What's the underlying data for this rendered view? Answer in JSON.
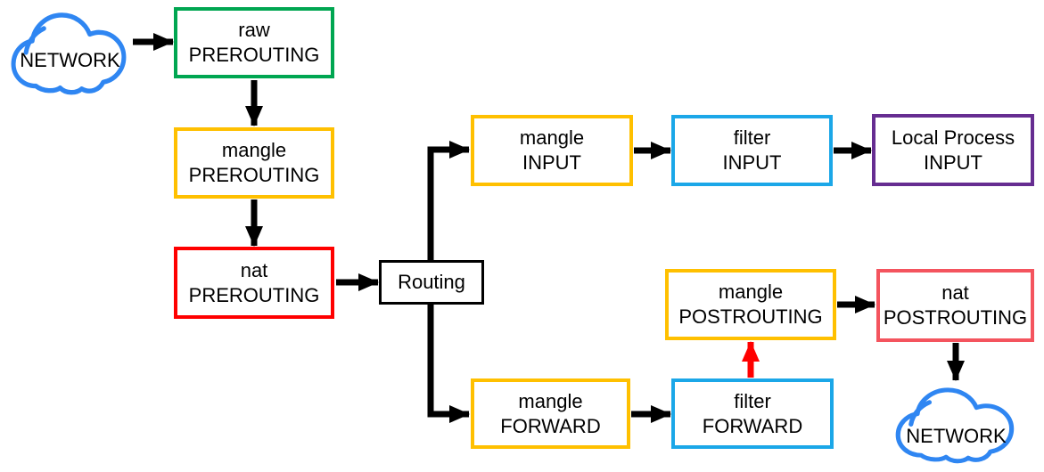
{
  "clouds": {
    "source": {
      "label": "NETWORK"
    },
    "destination": {
      "label": "NETWORK"
    }
  },
  "nodes": {
    "raw_prerouting": {
      "line1": "raw",
      "line2": "PREROUTING",
      "border": "#00A651"
    },
    "mangle_prerouting": {
      "line1": "mangle",
      "line2": "PREROUTING",
      "border": "#FFC000"
    },
    "nat_prerouting": {
      "line1": "nat",
      "line2": "PREROUTING",
      "border": "#FF0000"
    },
    "routing": {
      "line1": "Routing",
      "border": "#000000"
    },
    "mangle_input": {
      "line1": "mangle",
      "line2": "INPUT",
      "border": "#FFC000"
    },
    "filter_input": {
      "line1": "filter",
      "line2": "INPUT",
      "border": "#1BA7E8"
    },
    "local_process_input": {
      "line1": "Local Process",
      "line2": "INPUT",
      "border": "#662D91"
    },
    "mangle_forward": {
      "line1": "mangle",
      "line2": "FORWARD",
      "border": "#FFC000"
    },
    "filter_forward": {
      "line1": "filter",
      "line2": "FORWARD",
      "border": "#1BA7E8"
    },
    "mangle_postrouting": {
      "line1": "mangle",
      "line2": "POSTROUTING",
      "border": "#FFC000"
    },
    "nat_postrouting": {
      "line1": "nat",
      "line2": "POSTROUTING",
      "border": "#F4545E"
    }
  },
  "arrows": [
    {
      "from": "network-source",
      "to": "raw-prerouting",
      "color_key": "arrow"
    },
    {
      "from": "raw-prerouting",
      "to": "mangle-prerouting",
      "color_key": "arrow"
    },
    {
      "from": "mangle-prerouting",
      "to": "nat-prerouting",
      "color_key": "arrow"
    },
    {
      "from": "nat-prerouting",
      "to": "routing",
      "color_key": "arrow"
    },
    {
      "from": "routing",
      "to": "mangle-input",
      "color_key": "arrow"
    },
    {
      "from": "mangle-input",
      "to": "filter-input",
      "color_key": "arrow"
    },
    {
      "from": "filter-input",
      "to": "local-process-input",
      "color_key": "arrow"
    },
    {
      "from": "routing",
      "to": "mangle-forward",
      "color_key": "arrow"
    },
    {
      "from": "mangle-forward",
      "to": "filter-forward",
      "color_key": "arrow"
    },
    {
      "from": "filter-forward",
      "to": "mangle-postrouting",
      "color_key": "arrow_accent"
    },
    {
      "from": "mangle-postrouting",
      "to": "nat-postrouting",
      "color_key": "arrow"
    },
    {
      "from": "nat-postrouting",
      "to": "network-destination",
      "color_key": "arrow"
    }
  ],
  "colors": {
    "arrow": "#000000",
    "arrow_accent": "#FF0000",
    "cloud_outline": "#2F86F2",
    "background": "#FFFFFF",
    "text": "#000000"
  }
}
